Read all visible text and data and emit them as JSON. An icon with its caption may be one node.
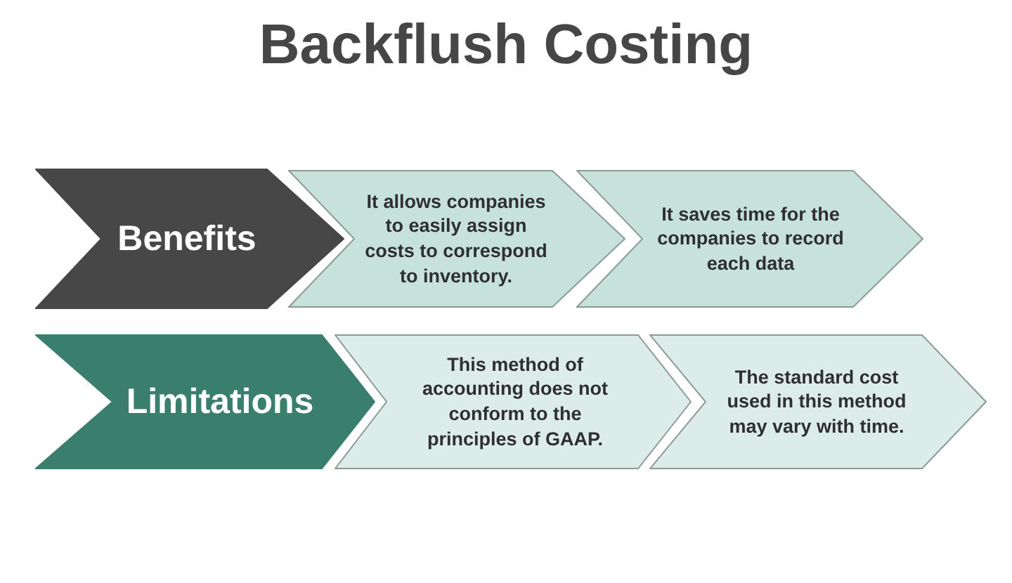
{
  "diagram": {
    "title": "Backflush Costing",
    "nodes": [
      {
        "text": [
          "Benefits"
        ]
      },
      {
        "text": [
          "It allows companies to easily assign costs to correspond to inventory."
        ]
      },
      {
        "text": [
          "It saves time for the companies to record each data"
        ]
      },
      {
        "text": [
          "Limitations"
        ]
      },
      {
        "text": [
          "This method of accounting does not conform to the principles of GAAP."
        ]
      },
      {
        "text": [
          "The standard cost used in this method may vary with time."
        ]
      }
    ]
  }
}
